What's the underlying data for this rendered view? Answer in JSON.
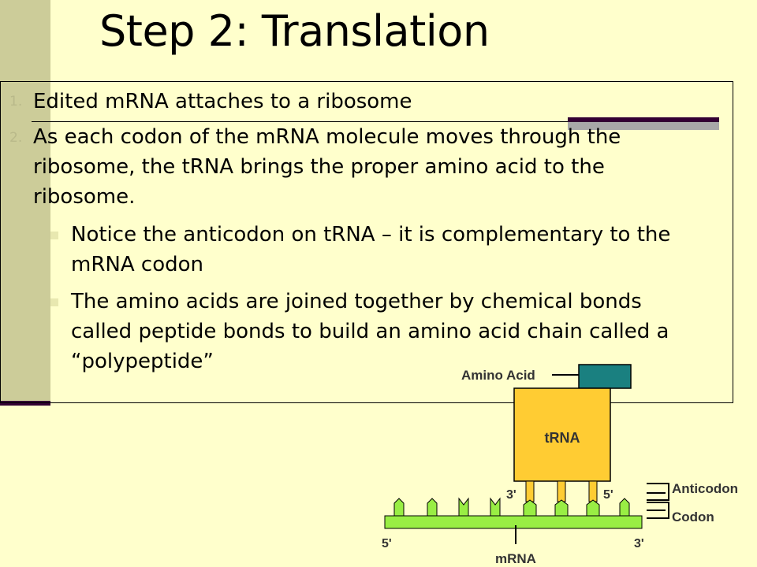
{
  "title": "Step 2: Translation",
  "list": {
    "item1": {
      "number": "1.",
      "text": "Edited mRNA attaches to a ribosome"
    },
    "item2": {
      "number": "2.",
      "line1": "As each codon of the mRNA molecule moves through the",
      "line2": "ribosome, the tRNA brings the proper amino acid to the",
      "line3": "ribosome."
    },
    "sub1": {
      "line1": "Notice the anticodon on tRNA – it is complementary to the",
      "line2": "mRNA codon"
    },
    "sub2": {
      "line1": "The amino acids are joined together by chemical bonds",
      "line2": "called peptide bonds to build an amino acid chain called a",
      "line3": "“polypeptide”"
    }
  },
  "diagram": {
    "amino_acid_label": "Amino Acid",
    "trna_label": "tRNA",
    "anticodon_label": "Anticodon",
    "codon_label": "Codon",
    "mrna_label": "mRNA",
    "trna_3prime": "3'",
    "trna_5prime": "5'",
    "mrna_5prime": "5'",
    "mrna_3prime": "3'",
    "colors": {
      "trna": "#ffcc33",
      "amino_acid": "#1a8080",
      "mrna": "#99ee44"
    }
  }
}
